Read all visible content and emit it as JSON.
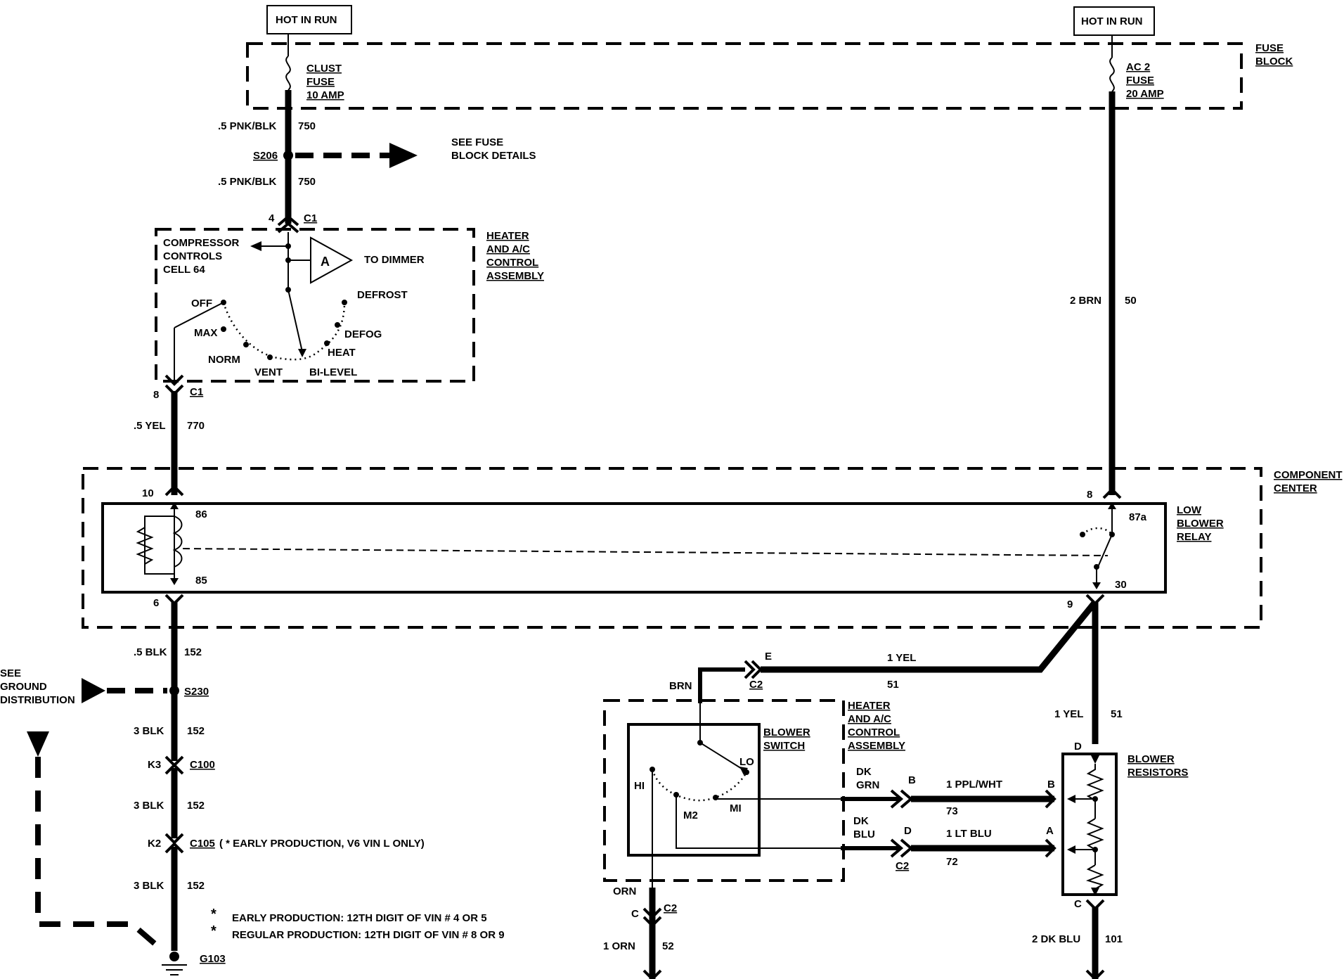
{
  "labels": {
    "hot_in_run_left": "HOT IN RUN",
    "hot_in_run_right": "HOT IN RUN",
    "fuse_block": [
      "FUSE",
      "BLOCK"
    ],
    "clust_fuse": [
      "CLUST",
      "FUSE",
      "10 AMP"
    ],
    "ac2_fuse": [
      "AC 2",
      "FUSE",
      "20 AMP"
    ],
    "wire_pnk_blk_1": ".5 PNK/BLK",
    "circuit_750_1": "750",
    "s206": "S206",
    "see_fuse_block": [
      "SEE FUSE",
      "BLOCK DETAILS"
    ],
    "wire_pnk_blk_2": ".5 PNK/BLK",
    "circuit_750_2": "750",
    "pin_4": "4",
    "c1_top": "C1",
    "compressor_controls": [
      "COMPRESSOR",
      "CONTROLS",
      "CELL 64"
    ],
    "amp_a": "A",
    "to_dimmer": "TO DIMMER",
    "heater_ac_1": [
      "HEATER",
      "AND A/C",
      "CONTROL",
      "ASSEMBLY"
    ],
    "mode_off": "OFF",
    "mode_max": "MAX",
    "mode_norm": "NORM",
    "mode_vent": "VENT",
    "mode_bilevel": "BI-LEVEL",
    "mode_heat": "HEAT",
    "mode_defog": "DEFOG",
    "mode_defrost": "DEFROST",
    "pin_8_left": "8",
    "c1_bottom": "C1",
    "wire_5_yel": ".5 YEL",
    "circuit_770": "770",
    "wire_2_brn": "2 BRN",
    "circuit_50": "50",
    "component_center": [
      "COMPONENT",
      "CENTER"
    ],
    "pin_10": "10",
    "pin_86": "86",
    "pin_85": "85",
    "pin_6": "6",
    "pin_8_right": "8",
    "pin_87a": "87a",
    "pin_30": "30",
    "pin_9": "9",
    "low_blower_relay": [
      "LOW",
      "BLOWER",
      "RELAY"
    ],
    "wire_5_blk": ".5 BLK",
    "circuit_152_1": "152",
    "see_ground": [
      "SEE",
      "GROUND",
      "DISTRIBUTION"
    ],
    "s230": "S230",
    "wire_3_blk_1": "3 BLK",
    "circuit_152_2": "152",
    "k3": "K3",
    "c100": "C100",
    "wire_3_blk_2": "3 BLK",
    "circuit_152_3": "152",
    "k2": "K2",
    "c105": "C105",
    "c105_note": "( * EARLY PRODUCTION, V6 VIN L ONLY)",
    "wire_3_blk_3": "3 BLK",
    "circuit_152_4": "152",
    "note_early": "EARLY PRODUCTION: 12TH DIGIT OF VIN # 4 OR 5",
    "note_regular": "REGULAR PRODUCTION: 12TH DIGIT OF VIN # 8 OR 9",
    "note_star": "*",
    "g103": "G103",
    "pin_e": "E",
    "c2_e": "C2",
    "wire_1_yel_top": "1 YEL",
    "circuit_51_top": "51",
    "brn": "BRN",
    "heater_ac_2": [
      "HEATER",
      "AND A/C",
      "CONTROL",
      "ASSEMBLY"
    ],
    "blower_switch": [
      "BLOWER",
      "SWITCH"
    ],
    "sw_hi": "HI",
    "sw_lo": "LO",
    "sw_m2": "M2",
    "sw_mi": "MI",
    "dk_grn": [
      "DK",
      "GRN"
    ],
    "dk_blu": [
      "DK",
      "BLU"
    ],
    "pin_b_left": "B",
    "pin_d_left": "D",
    "c2_mid": "C2",
    "wire_ppl_wht": "1 PPL/WHT",
    "circuit_73": "73",
    "wire_lt_blu": "1 LT BLU",
    "circuit_72": "72",
    "pin_b_right": "B",
    "pin_a_right": "A",
    "wire_1_yel_right": "1 YEL",
    "circuit_51_right": "51",
    "pin_d_res": "D",
    "blower_resistors": [
      "BLOWER",
      "RESISTORS"
    ],
    "pin_c_res": "C",
    "wire_2_dk_blu": "2 DK BLU",
    "circuit_101": "101",
    "orn": "ORN",
    "pin_c_left": "C",
    "c2_bottom": "C2",
    "wire_1_orn": "1 ORN",
    "circuit_52": "52"
  }
}
